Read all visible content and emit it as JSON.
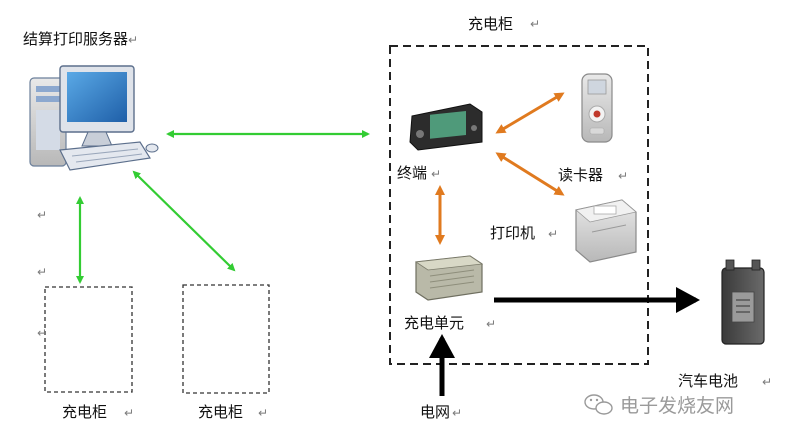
{
  "labels": {
    "server": "结算打印服务器",
    "cabinet_main": "充电柜",
    "terminal": "终端",
    "card_reader": "读卡器",
    "printer": "打印机",
    "charging_unit": "充电单元",
    "grid": "电网",
    "car_battery": "汽车电池",
    "cabinet_a": "充电柜",
    "cabinet_b": "充电柜"
  },
  "paragraph_mark": "↵",
  "watermark": "电子发烧友网",
  "colors": {
    "green_arrow": "#33cc33",
    "orange_arrow": "#e07a1f",
    "black_arrow": "#000000",
    "dashed_border": "#222222"
  },
  "icons": {
    "server": "desktop-computer-icon",
    "terminal": "terminal-display-icon",
    "card_reader": "card-reader-icon",
    "printer": "receipt-printer-icon",
    "charging_unit": "charging-module-icon",
    "car_battery": "car-battery-icon",
    "watermark": "wechat-icon"
  }
}
